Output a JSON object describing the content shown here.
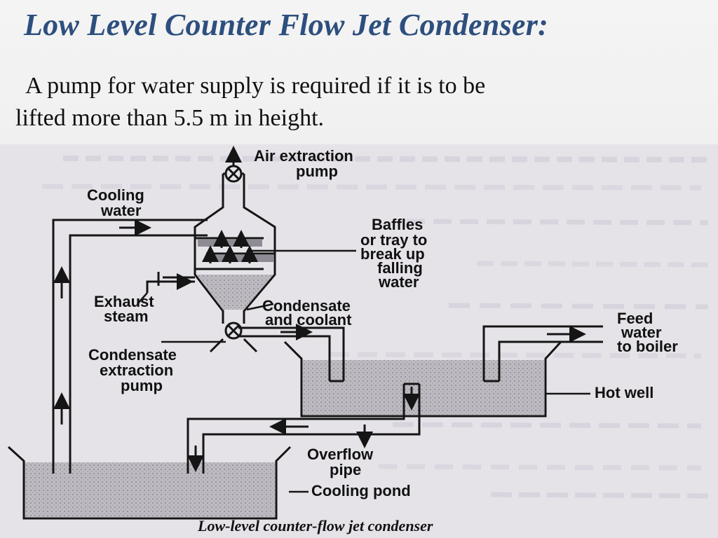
{
  "slide": {
    "title": "Low Level Counter Flow Jet Condenser:",
    "body_line1": "A pump for water supply is  required if it is to be",
    "body_line2": "lifted more than 5.5 m in height."
  },
  "diagram": {
    "labels": {
      "air_extraction_1": "Air extraction",
      "air_extraction_2": "pump",
      "cooling_water_1": "Cooling",
      "cooling_water_2": "water",
      "baffles_1": "Baffles",
      "baffles_2": "or tray to",
      "baffles_3": "break up",
      "baffles_4": "falling",
      "baffles_5": "water",
      "exhaust_1": "Exhaust",
      "exhaust_2": "steam",
      "condensate_coolant_1": "Condensate",
      "condensate_coolant_2": "and coolant",
      "feed_1": "Feed",
      "feed_2": "water",
      "feed_3": "to boiler",
      "cond_pump_1": "Condensate",
      "cond_pump_2": "extraction",
      "cond_pump_3": "pump",
      "hot_well": "Hot well",
      "overflow_1": "Overflow",
      "overflow_2": "pipe",
      "cooling_pond": "Cooling pond"
    },
    "caption": "Low-level counter-flow jet condenser",
    "colors": {
      "ink": "#151515",
      "water": "#b9b6bd",
      "title": "#2d4f7e"
    }
  }
}
